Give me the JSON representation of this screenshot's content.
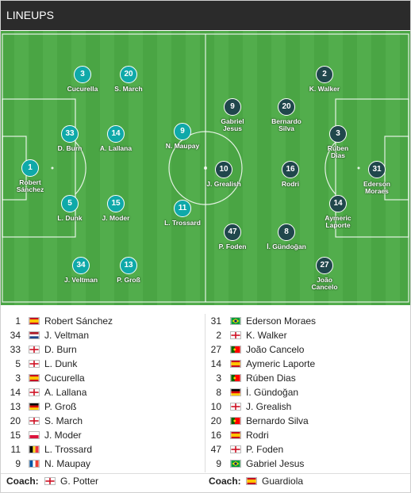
{
  "header": {
    "title": "LINEUPS"
  },
  "colors": {
    "home": "#0fa9a9",
    "away": "#20474c",
    "pitch": "#4aa544"
  },
  "home_players": [
    {
      "number": "1",
      "name": "Robert Sánchez",
      "flag": "spain"
    },
    {
      "number": "34",
      "name": "J. Veltman",
      "flag": "netherlands"
    },
    {
      "number": "33",
      "name": "D. Burn",
      "flag": "england"
    },
    {
      "number": "5",
      "name": "L. Dunk",
      "flag": "england"
    },
    {
      "number": "3",
      "name": "Cucurella",
      "flag": "spain"
    },
    {
      "number": "14",
      "name": "A. Lallana",
      "flag": "england"
    },
    {
      "number": "13",
      "name": "P. Groß",
      "flag": "germany"
    },
    {
      "number": "20",
      "name": "S. March",
      "flag": "england"
    },
    {
      "number": "15",
      "name": "J. Moder",
      "flag": "poland"
    },
    {
      "number": "11",
      "name": "L. Trossard",
      "flag": "belgium"
    },
    {
      "number": "9",
      "name": "N. Maupay",
      "flag": "france"
    }
  ],
  "away_players": [
    {
      "number": "31",
      "name": "Ederson Moraes",
      "flag": "brazil"
    },
    {
      "number": "2",
      "name": "K. Walker",
      "flag": "england"
    },
    {
      "number": "27",
      "name": "João Cancelo",
      "flag": "portugal"
    },
    {
      "number": "14",
      "name": "Aymeric Laporte",
      "flag": "spain"
    },
    {
      "number": "3",
      "name": "Rúben Dias",
      "flag": "portugal"
    },
    {
      "number": "8",
      "name": "İ. Gündoğan",
      "flag": "germany"
    },
    {
      "number": "10",
      "name": "J. Grealish",
      "flag": "england"
    },
    {
      "number": "20",
      "name": "Bernardo Silva",
      "flag": "portugal"
    },
    {
      "number": "16",
      "name": "Rodri",
      "flag": "spain"
    },
    {
      "number": "47",
      "name": "P. Foden",
      "flag": "england"
    },
    {
      "number": "9",
      "name": "Gabriel Jesus",
      "flag": "brazil"
    }
  ],
  "pitch_home": [
    {
      "number": "1",
      "label": "Robert\nSánchez"
    },
    {
      "number": "3",
      "label": "Cucurella"
    },
    {
      "number": "20",
      "label": "S. March"
    },
    {
      "number": "33",
      "label": "D. Burn"
    },
    {
      "number": "14",
      "label": "A. Lallana"
    },
    {
      "number": "9",
      "label": "N. Maupay"
    },
    {
      "number": "5",
      "label": "L. Dunk"
    },
    {
      "number": "15",
      "label": "J. Moder"
    },
    {
      "number": "11",
      "label": "L. Trossard"
    },
    {
      "number": "34",
      "label": "J. Veltman"
    },
    {
      "number": "13",
      "label": "P. Groß"
    }
  ],
  "pitch_away": [
    {
      "number": "2",
      "label": "K. Walker"
    },
    {
      "number": "9",
      "label": "Gabriel\nJesus"
    },
    {
      "number": "20",
      "label": "Bernardo\nSilva"
    },
    {
      "number": "3",
      "label": "Rúben\nDias"
    },
    {
      "number": "10",
      "label": "J. Grealish"
    },
    {
      "number": "16",
      "label": "Rodri"
    },
    {
      "number": "31",
      "label": "Ederson\nMoraes"
    },
    {
      "number": "14",
      "label": "Aymeric\nLaporte"
    },
    {
      "number": "47",
      "label": "P. Foden"
    },
    {
      "number": "8",
      "label": "İ. Gündoğan"
    },
    {
      "number": "27",
      "label": "João\nCancelo"
    }
  ],
  "coaches": {
    "label": "Coach:",
    "home": {
      "name": "G. Potter",
      "flag": "england"
    },
    "away": {
      "name": "Guardiola",
      "flag": "spain"
    }
  }
}
